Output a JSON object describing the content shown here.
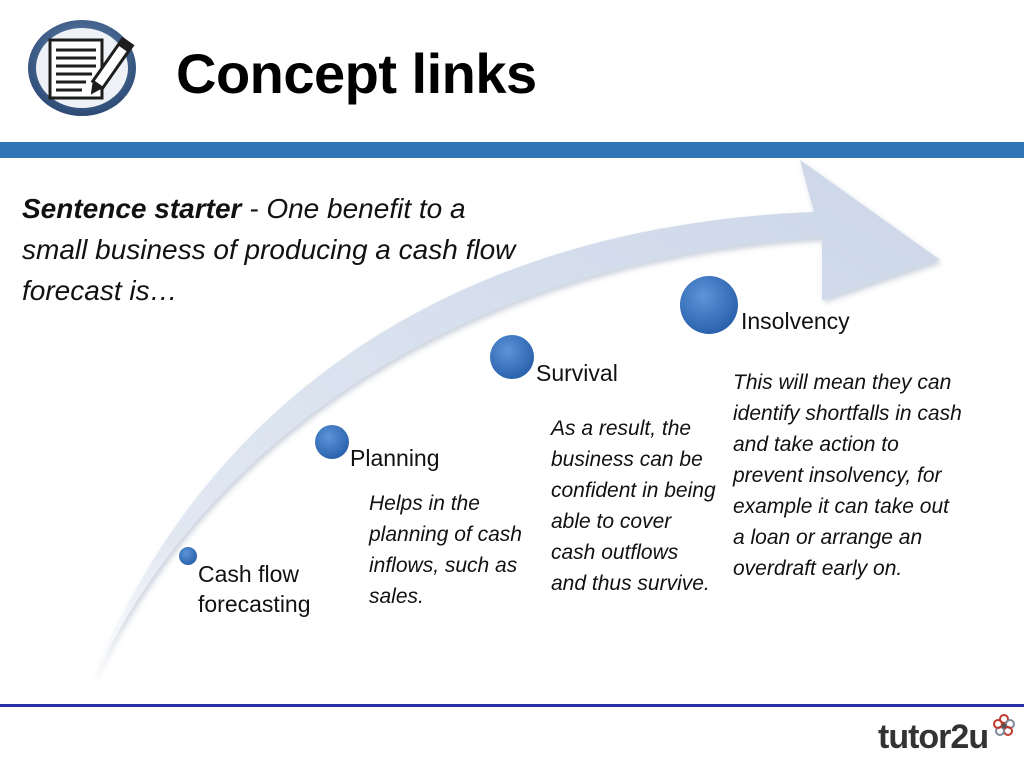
{
  "header": {
    "title": "Concept links",
    "icon": "notepad-pencil-icon"
  },
  "starter": {
    "label": "Sentence starter",
    "separator": " - ",
    "text": "One benefit to a small business of producing a cash flow forecast is…"
  },
  "nodes": [
    {
      "label": "Cash flow forecasting",
      "description": ""
    },
    {
      "label": "Planning",
      "description": "Helps in the planning of cash inflows, such as sales."
    },
    {
      "label": "Survival",
      "description": "As a result, the business can be confident in being able to cover cash outflows and thus survive."
    },
    {
      "label": "Insolvency",
      "description": "This will mean they can identify shortfalls in cash and take action to prevent insolvency, for example it can take out a loan or arrange an overdraft early on."
    }
  ],
  "footer": {
    "logo_text": "tutor2u",
    "logo_icon": "flower-icon"
  },
  "colors": {
    "band": "#2f74b5",
    "arrow": "#d2dcec",
    "node": "#3f7cc9",
    "footer_line": "#2a2ea6"
  }
}
